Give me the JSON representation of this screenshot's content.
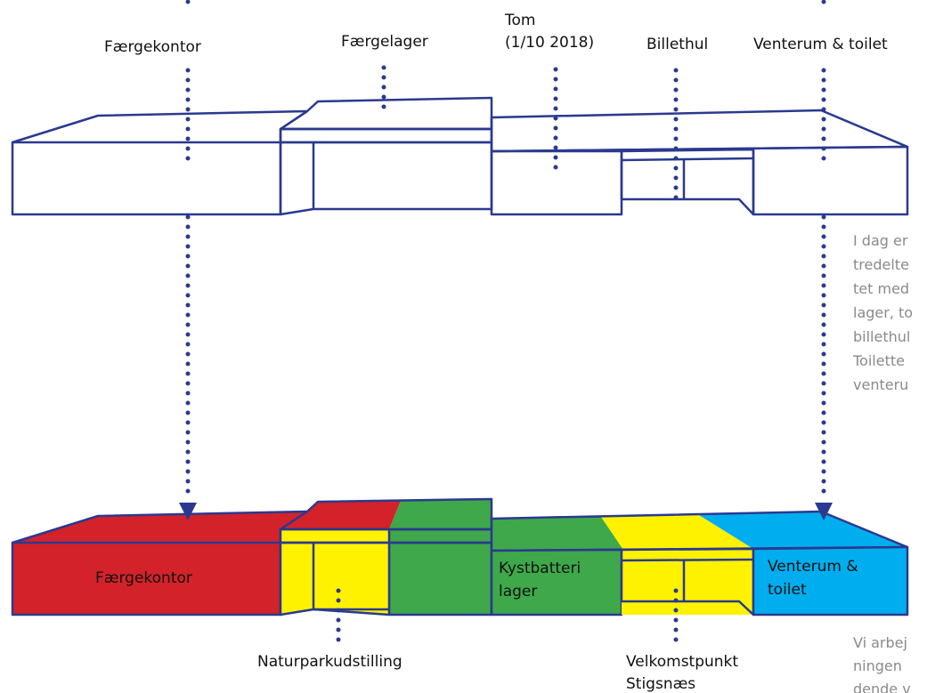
{
  "colors": {
    "outline": "#2b3990",
    "red": "#d3222a",
    "yellow": "#fff200",
    "green": "#3ea84a",
    "blue": "#00aeef",
    "note_text": "#8a8a8a"
  },
  "top_labels": {
    "faergekontor": "Færgekontor",
    "faergelager": "Færgelager",
    "tom_line1": "Tom",
    "tom_line2": "(1/10 2018)",
    "billethul": "Billethul",
    "venterum_toilet": "Venterum & toilet"
  },
  "bottom_labels": {
    "faergekontor": "Færgekontor",
    "kystbatteri_line1": "Kystbatteri",
    "kystbatteri_line2": "lager",
    "venterum_line1": "Venterum &",
    "venterum_line2": "toilet",
    "naturpark": "Naturparkudstilling",
    "velkomst_line1": "Velkomstpunkt",
    "velkomst_line2": "Stigsnæs"
  },
  "note_today": [
    "I dag er",
    "tredelte",
    "tet med",
    "lager, to",
    "billethul",
    "Toilette",
    "venteru"
  ],
  "note_work": [
    "Vi arbej",
    "ningen",
    "dende v"
  ]
}
